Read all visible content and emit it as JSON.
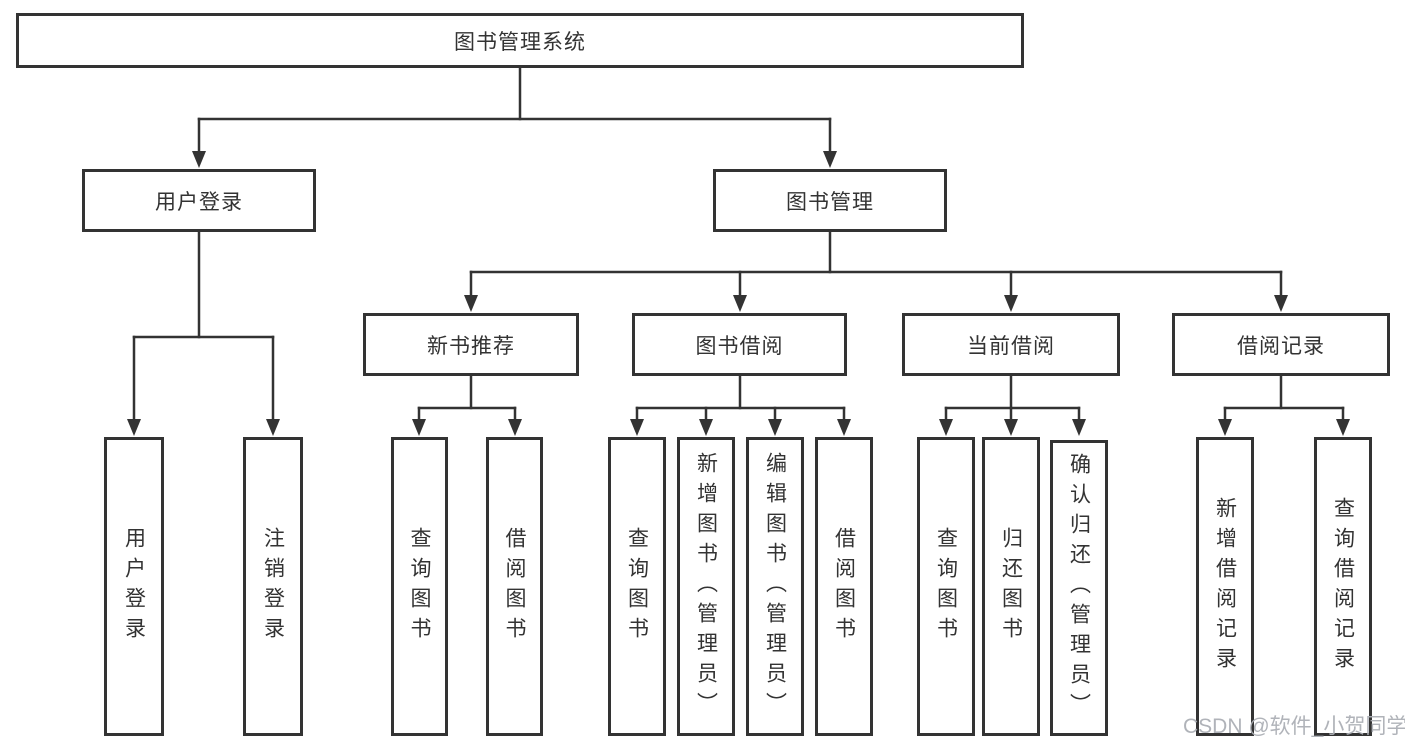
{
  "tree": {
    "label": "图书管理系统",
    "children": [
      {
        "label": "用户登录",
        "children": [
          {
            "label": "用户登录"
          },
          {
            "label": "注销登录"
          }
        ]
      },
      {
        "label": "图书管理",
        "children": [
          {
            "label": "新书推荐",
            "children": [
              {
                "label": "查询图书"
              },
              {
                "label": "借阅图书"
              }
            ]
          },
          {
            "label": "图书借阅",
            "children": [
              {
                "label": "查询图书"
              },
              {
                "label": "新增图书（管理员）"
              },
              {
                "label": "编辑图书（管理员）"
              },
              {
                "label": "借阅图书"
              }
            ]
          },
          {
            "label": "当前借阅",
            "children": [
              {
                "label": "查询图书"
              },
              {
                "label": "归还图书"
              },
              {
                "label": "确认归还（管理员）"
              }
            ]
          },
          {
            "label": "借阅记录",
            "children": [
              {
                "label": "新增借阅记录"
              },
              {
                "label": "查询借阅记录"
              }
            ]
          }
        ]
      }
    ]
  },
  "watermark": {
    "text": "CSDN @软件_小贺同学"
  },
  "colors": {
    "line": "#333333",
    "box_border": "#333333",
    "text": "#333333",
    "background": "#ffffff",
    "watermark": "#acafb5"
  }
}
